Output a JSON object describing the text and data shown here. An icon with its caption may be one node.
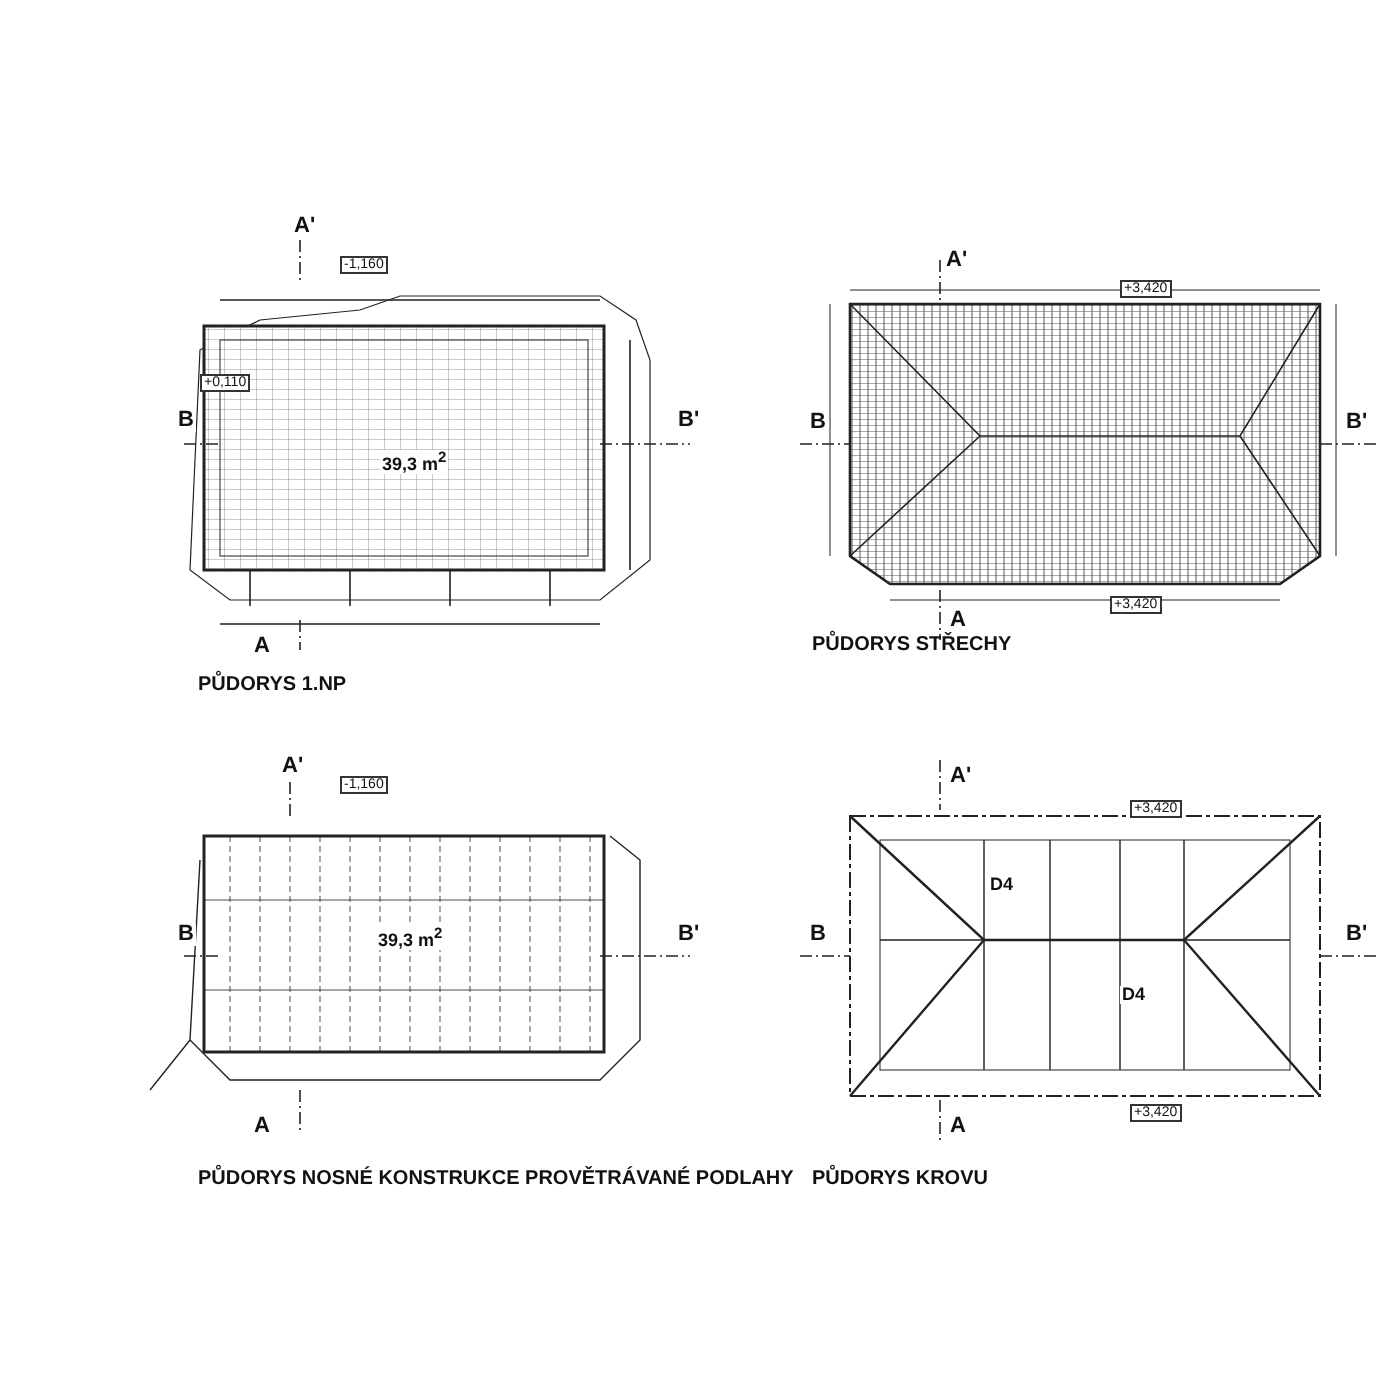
{
  "diagram": {
    "labels": [
      "A'",
      "-1,160",
      "+0,110",
      "B",
      "B'",
      "39,3 m$^{2}$",
      "A",
      "PŮDORYS 1.NP",
      "A'",
      "+3,420",
      "B",
      "B'",
      "+3,420",
      "A",
      "PŮDORYS STŘECHY",
      "A'",
      "-1,160",
      "B",
      "B'",
      "39,3 m$^{2}$",
      "A",
      "PŮDORYS NOSNÉ KONSTRUKCE PROVĚTRÁVANÉ PODLAHY",
      "A'",
      "+3,420",
      "D4",
      "B",
      "B'",
      "D4",
      "+3,420",
      "A",
      "PŮDORYS KROVU"
    ]
  }
}
